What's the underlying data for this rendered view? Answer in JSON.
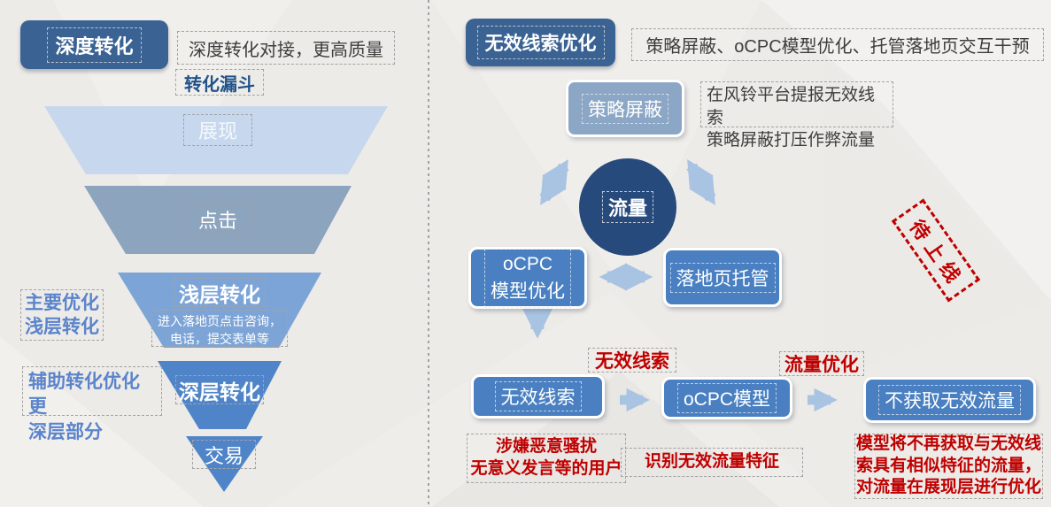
{
  "left": {
    "badge": "深度转化",
    "headline": "深度转化对接，更高质量",
    "funnel_title": "转化漏斗",
    "funnel": [
      {
        "label": "展现"
      },
      {
        "label": "点击"
      },
      {
        "label": "浅层转化",
        "sub1": "进入落地页点击咨询，",
        "sub2": "电话，提交表单等"
      },
      {
        "label": "深层转化"
      },
      {
        "label": "交易"
      }
    ],
    "primary_label_line1": "主要优化",
    "primary_label_line2": "浅层转化",
    "assist_label_line1": "辅助转化优化更",
    "assist_label_line2": "深层部分"
  },
  "right": {
    "badge": "无效线索优化",
    "headline": "策略屏蔽、oCPC模型优化、托管落地页交互干预",
    "strategy_box": "策略屏蔽",
    "strategy_note_line1": "在风铃平台提报无效线索",
    "strategy_note_line2": "策略屏蔽打压作弊流量",
    "traffic_circle": "流量",
    "ocpc_opt_line1": "oCPC",
    "ocpc_opt_line2": "模型优化",
    "landing_box": "落地页托管",
    "stamp": "待上线",
    "flow_box1": "无效线索",
    "flow_box2": "oCPC模型",
    "flow_box3": "不获取无效流量",
    "arrow1_label": "无效线索",
    "arrow2_label": "流量优化",
    "caption1_line1": "涉嫌恶意骚扰",
    "caption1_line2": "无意义发言等的用户",
    "caption2": "识别无效流量特征",
    "caption3_line1": "模型将不再获取与无效线",
    "caption3_line2": "索具有相似特征的流量，",
    "caption3_line3": "对流量在展现层进行优化"
  },
  "colors": {
    "badge_navy": "#3a6293",
    "circle_navy": "#274a7c",
    "box_blue": "#4a80c1",
    "strategy_grayblue": "#8ca7c6",
    "funnel_layer1": "#c7d8ee",
    "funnel_layer2": "#8ca4bd",
    "funnel_layer3": "#7da4d7",
    "funnel_layer4": "#4f85c8",
    "arrow_blue": "#a9c3e3",
    "accent_red": "#c00000",
    "label_blue": "#5b84cc",
    "title_navy": "#21538a"
  }
}
